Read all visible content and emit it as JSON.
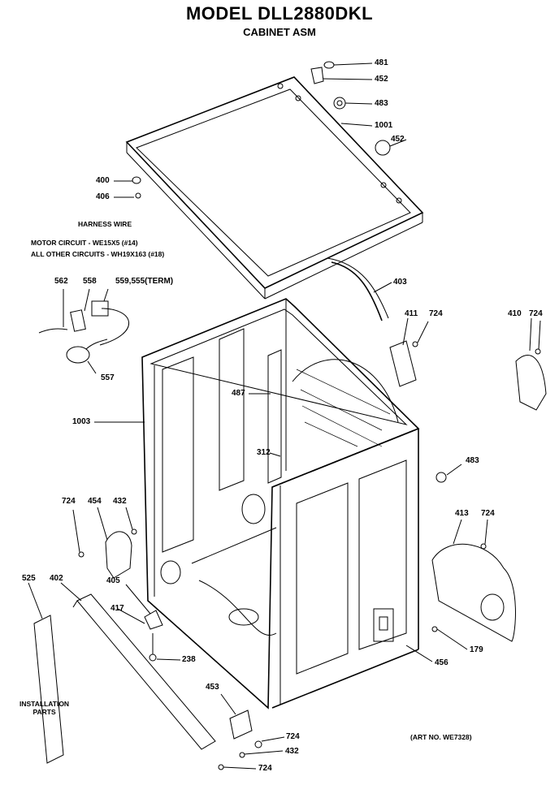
{
  "header": {
    "title": "MODEL DLL2880DKL",
    "subtitle": "CABINET ASM"
  },
  "notes": {
    "harness_heading": "HARNESS WIRE",
    "motor_circuit": "MOTOR CIRCUIT - WE15X5 (#14)",
    "other_circuits": "ALL OTHER CIRCUITS - WH19X163 (#18)",
    "installation_parts": "INSTALLATION\nPARTS",
    "art_no": "(ART NO. WE7328)"
  },
  "callouts": {
    "c481": "481",
    "c452a": "452",
    "c483a": "483",
    "c1001": "1001",
    "c452b": "452",
    "c400": "400",
    "c406": "406",
    "c403": "403",
    "c562": "562",
    "c558": "558",
    "c559": "559,555(TERM)",
    "c557": "557",
    "c411": "411",
    "c724a": "724",
    "c410": "410",
    "c724b": "724",
    "c487": "487",
    "c1003": "1003",
    "c312": "312",
    "c483b": "483",
    "c724c": "724",
    "c454": "454",
    "c432a": "432",
    "c413": "413",
    "c724d": "724",
    "c525": "525",
    "c402": "402",
    "c405": "405",
    "c417": "417",
    "c238": "238",
    "c179": "179",
    "c456": "456",
    "c453": "453",
    "c724e": "724",
    "c432b": "432",
    "c724f": "724"
  }
}
